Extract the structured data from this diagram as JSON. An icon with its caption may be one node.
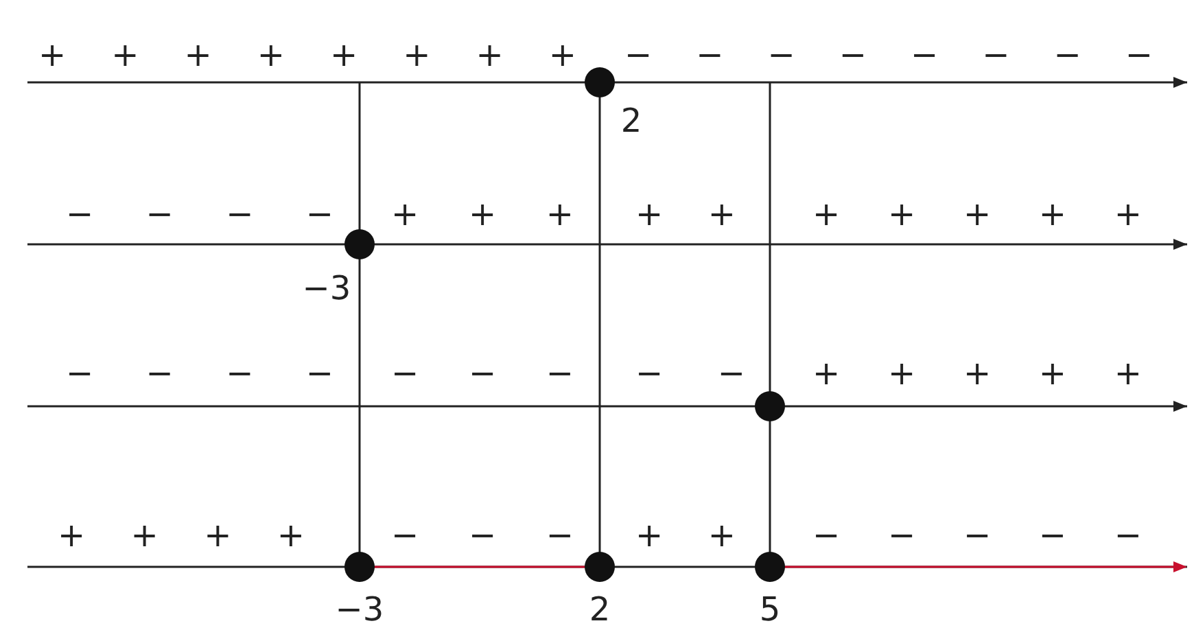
{
  "diagram": {
    "labels": [
      "+ + + + + + + +",
      "− − − − − − − −",
      "2",
      "− − − −",
      "+ + +",
      "+ +",
      "+ + + + +",
      "−3",
      "− − − −",
      "− − −",
      "− −",
      "+ + + + +",
      "+ + + +",
      "− − −",
      "+ +",
      "− − − − −",
      "−3",
      "2",
      "5"
    ]
  }
}
